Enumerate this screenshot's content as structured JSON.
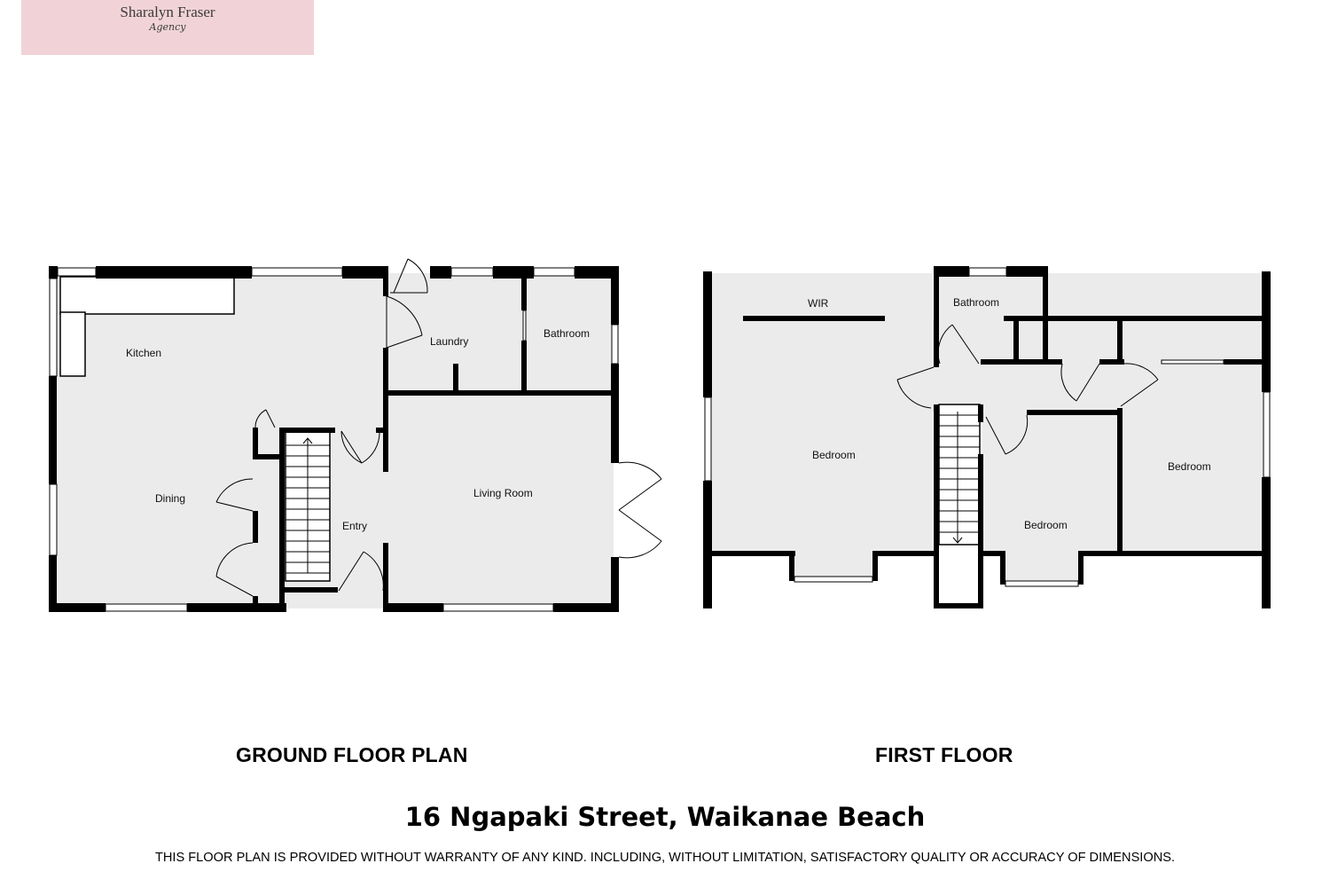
{
  "logo": {
    "name": "Sharalyn Fraser",
    "sub": "Agency"
  },
  "ground_floor": {
    "title": "GROUND FLOOR PLAN",
    "rooms": {
      "kitchen": "Kitchen",
      "dining": "Dining",
      "laundry": "Laundry",
      "bathroom": "Bathroom",
      "living": "Living Room",
      "entry": "Entry"
    }
  },
  "first_floor": {
    "title": "FIRST FLOOR",
    "rooms": {
      "wir": "WIR",
      "bathroom": "Bathroom",
      "bedroom_main": "Bedroom",
      "bedroom_middle": "Bedroom",
      "bedroom_right": "Bedroom"
    }
  },
  "address": "16 Ngapaki Street, Waikanae Beach",
  "disclaimer": "THIS FLOOR PLAN IS PROVIDED WITHOUT WARRANTY OF ANY KIND. INCLUDING, WITHOUT LIMITATION,  SATISFACTORY QUALITY OR ACCURACY OF DIMENSIONS.",
  "colors": {
    "floor": "#ebebeb",
    "wall": "#000000",
    "logo_background": "#f1d3d7"
  }
}
